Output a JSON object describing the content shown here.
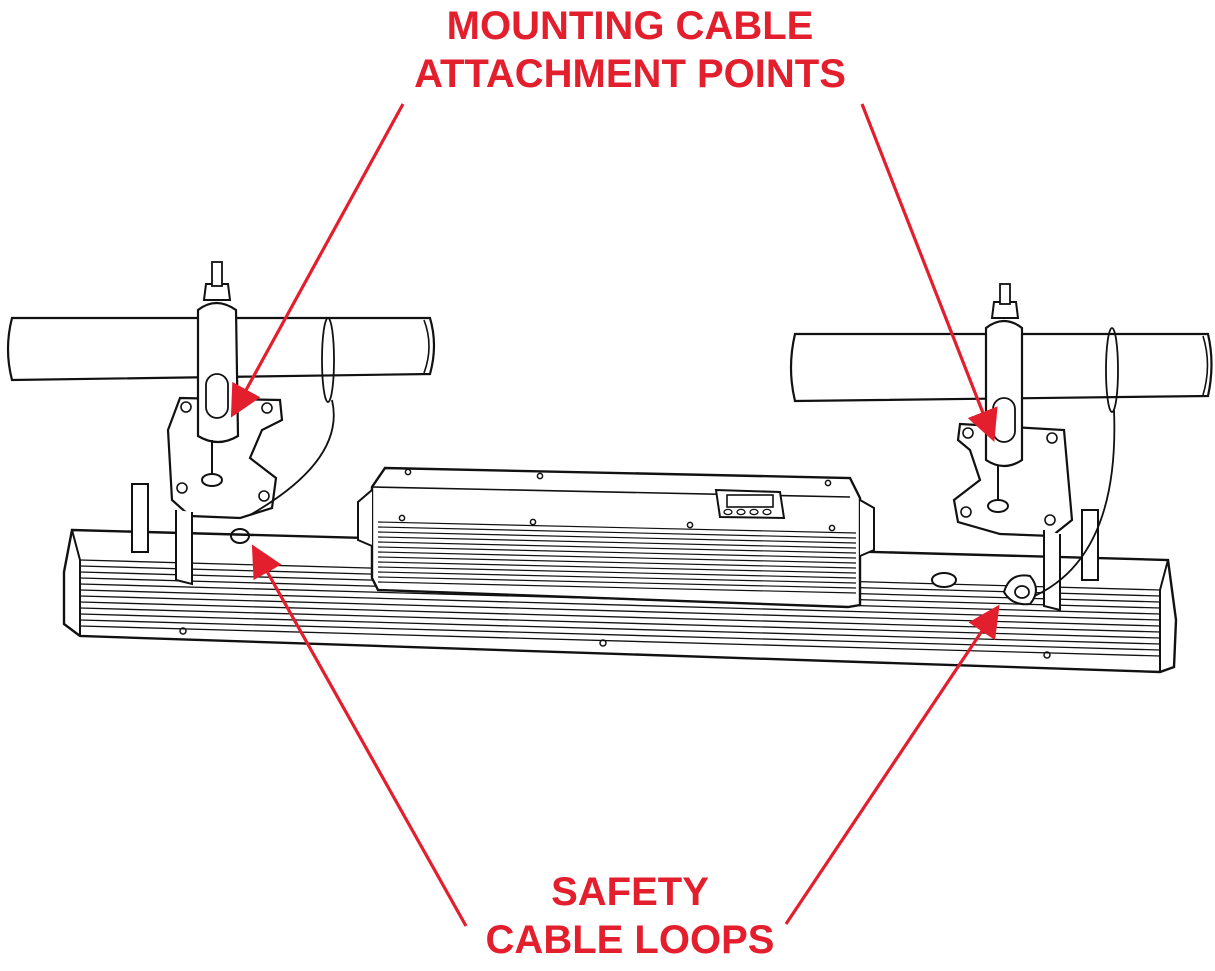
{
  "callouts": {
    "mounting": {
      "line1": "MOUNTING CABLE",
      "line2": "ATTACHMENT POINTS"
    },
    "safety": {
      "line1": "SAFETY",
      "line2": "CABLE LOOPS"
    }
  },
  "colors": {
    "callout": "#e31e2d",
    "linework": "#111111",
    "background": "#ffffff"
  }
}
